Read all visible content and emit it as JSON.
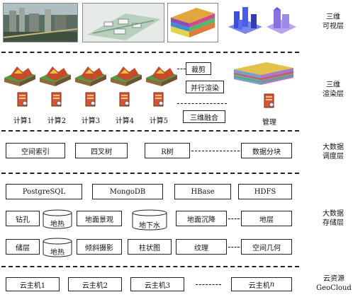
{
  "layers": {
    "visual": [
      "三维",
      "可视层"
    ],
    "render": [
      "三维",
      "渲染层"
    ],
    "schedule": [
      "大数据",
      "调度层"
    ],
    "storage": [
      "大数据",
      "存储层"
    ],
    "cloud": [
      "云资源",
      "GeoCloud"
    ]
  },
  "render": {
    "nodes": [
      "计算1",
      "计算2",
      "计算3",
      "计算4",
      "计算5"
    ],
    "ops": [
      "裁剪",
      "并行渲染",
      "三维融合"
    ],
    "manage": "管理"
  },
  "schedule": {
    "items": [
      "空间索引",
      "四叉树",
      "R树",
      "数据分块"
    ]
  },
  "storage": {
    "dbs": [
      "PostgreSQL",
      "MongoDB",
      "HBase",
      "HDFS"
    ],
    "row1": [
      "钻孔",
      "地热",
      "地面景观",
      "地下水",
      "地面沉降",
      "地层"
    ],
    "row2": [
      "储层",
      "地热",
      "倾斜摄影",
      "柱状图",
      "纹理",
      "空间几何"
    ]
  },
  "cloud": {
    "hosts": [
      "云主机1",
      "云主机2",
      "云主机3",
      "云主机"
    ],
    "host_n_suffix": "n"
  }
}
